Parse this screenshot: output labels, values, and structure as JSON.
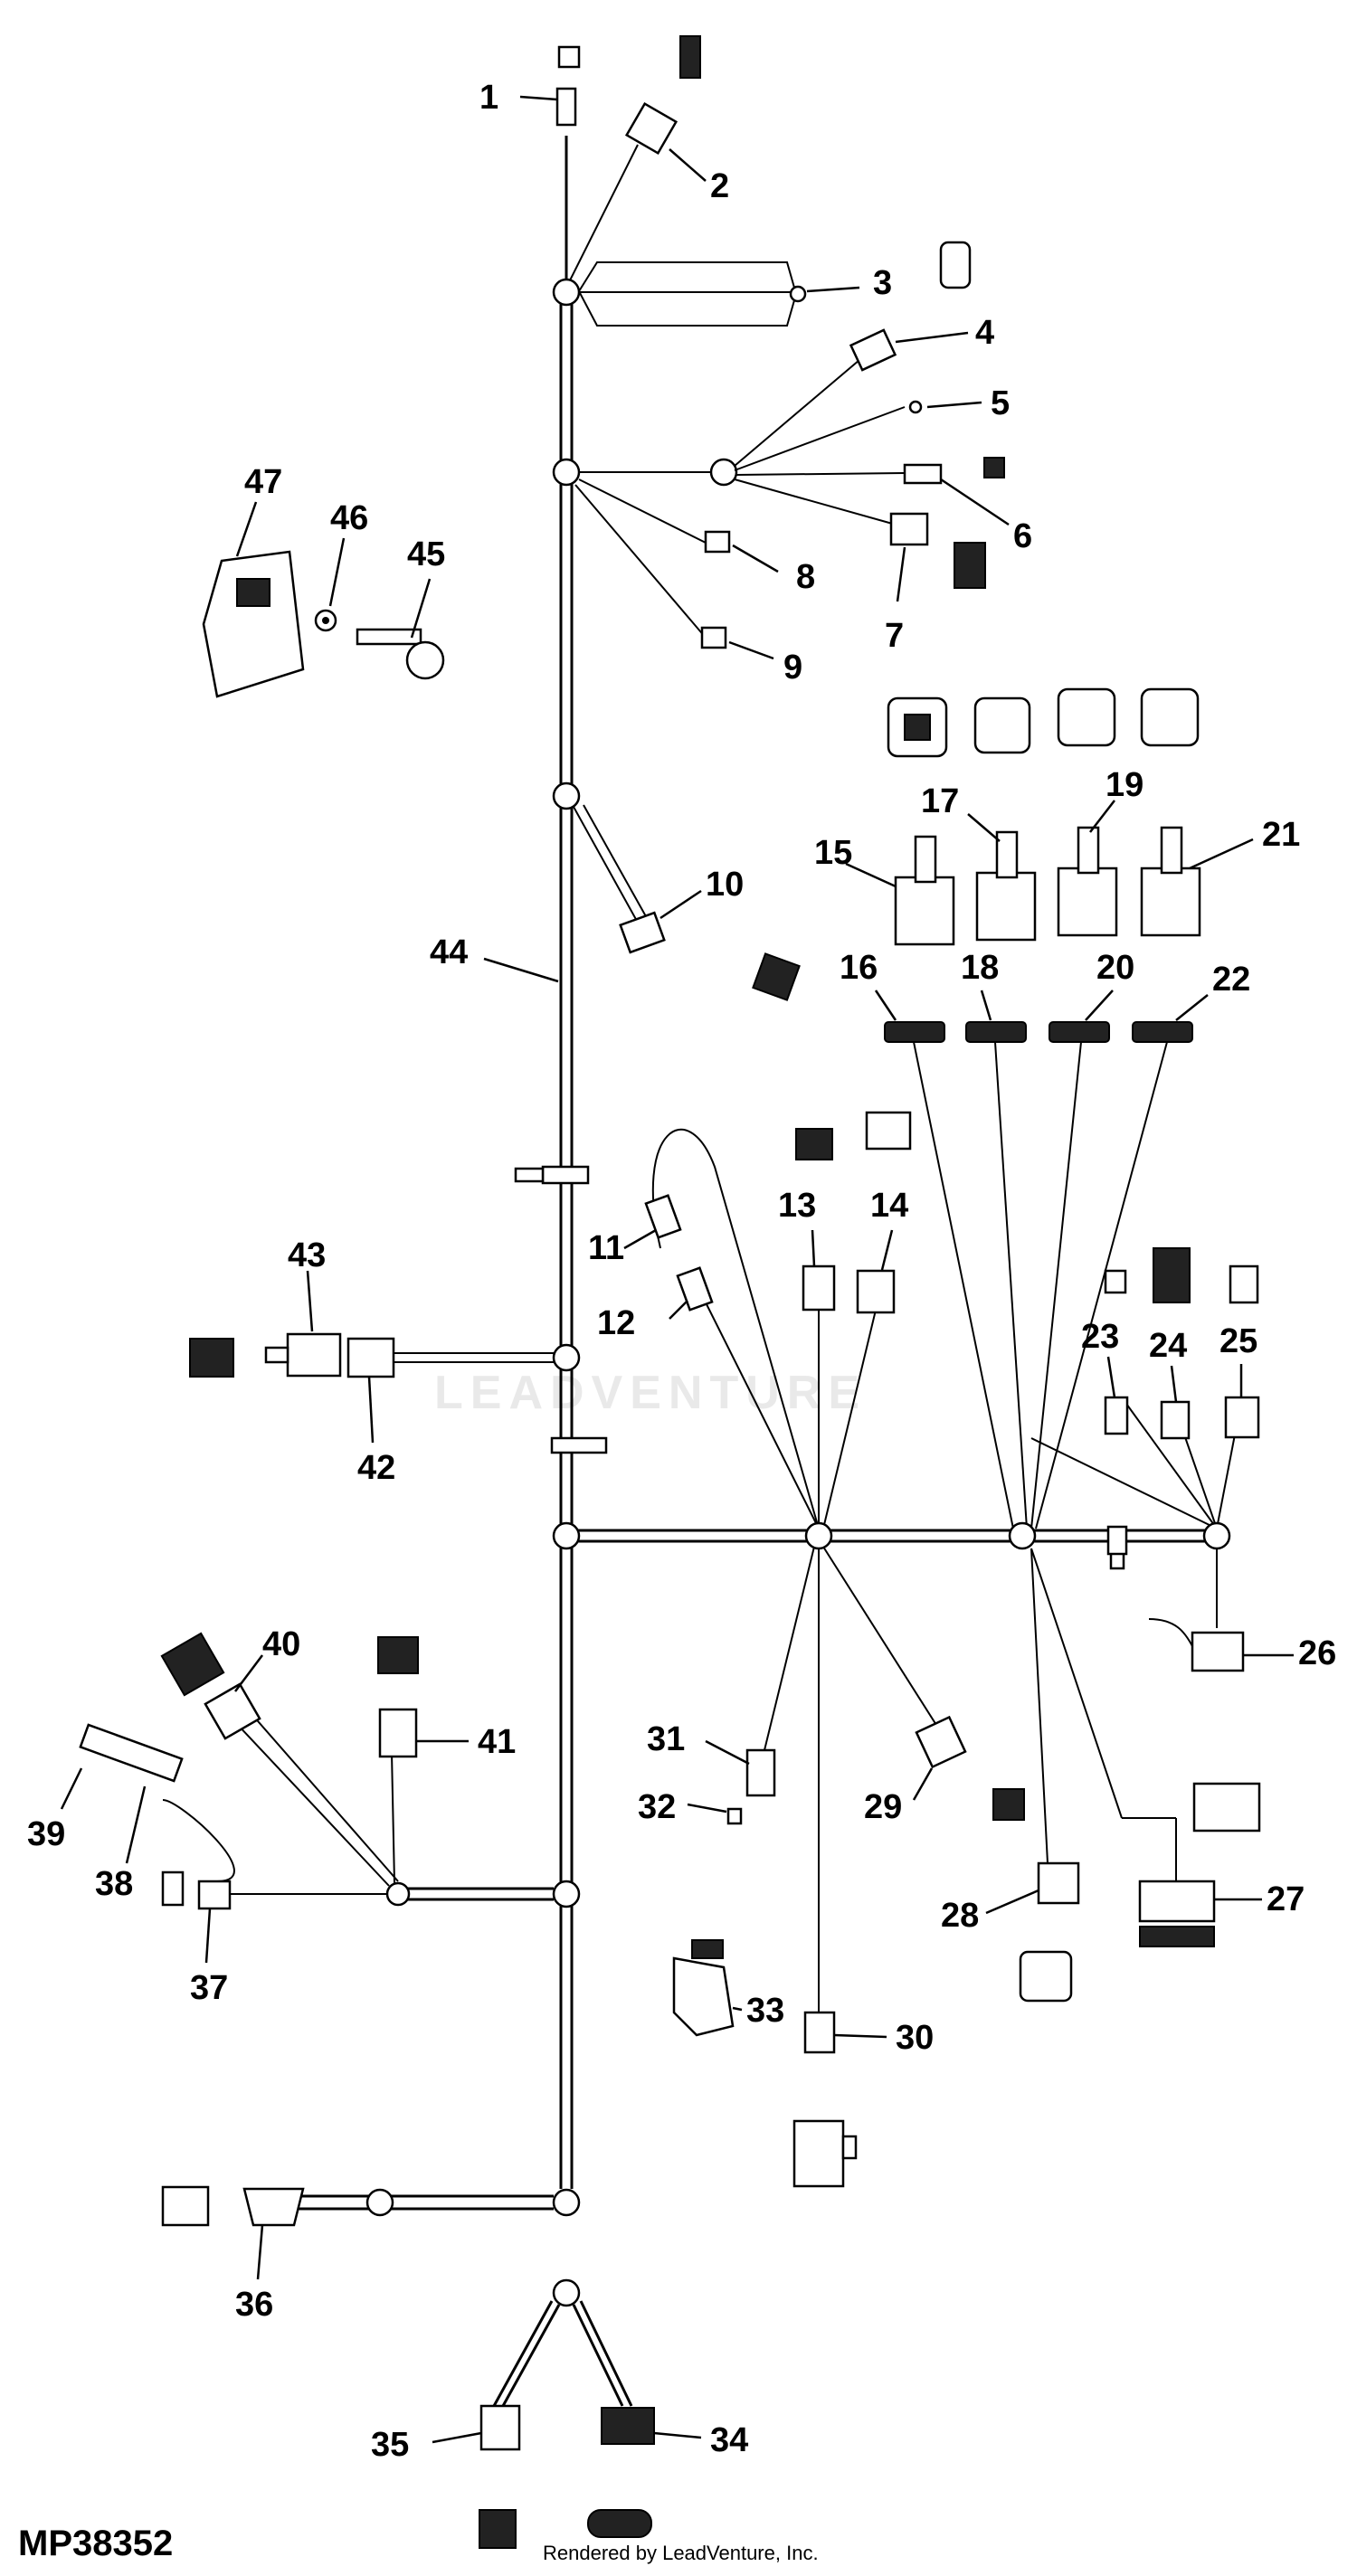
{
  "figure_id": "MP38352",
  "credit": "Rendered by LeadVenture, Inc.",
  "watermark": "LEADVENTURE",
  "callouts": [
    "1",
    "2",
    "3",
    "4",
    "5",
    "6",
    "7",
    "8",
    "9",
    "10",
    "11",
    "12",
    "13",
    "14",
    "15",
    "16",
    "17",
    "18",
    "19",
    "20",
    "21",
    "22",
    "23",
    "24",
    "25",
    "26",
    "27",
    "28",
    "29",
    "30",
    "31",
    "32",
    "33",
    "34",
    "35",
    "36",
    "37",
    "38",
    "39",
    "40",
    "41",
    "42",
    "43",
    "44",
    "45",
    "46",
    "47"
  ]
}
